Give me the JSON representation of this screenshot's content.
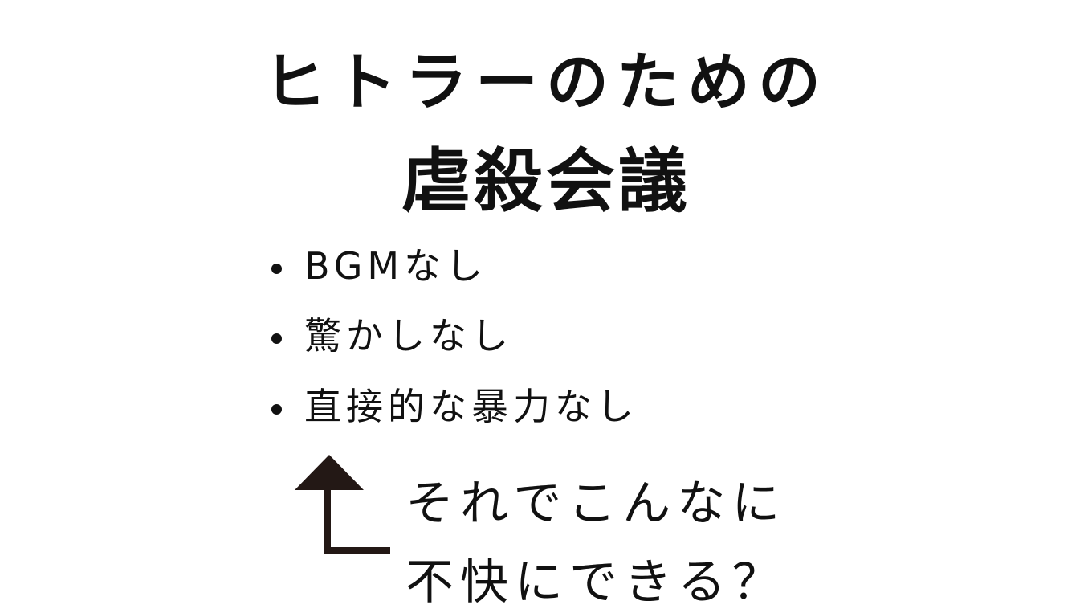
{
  "title": {
    "line1": "ヒトラーのための",
    "line2": "虐殺会議"
  },
  "bullets": [
    "BGMなし",
    "驚かしなし",
    "直接的な暴力なし"
  ],
  "question": {
    "line1": "それでこんなに",
    "line2": "不快にできる？"
  },
  "colors": {
    "text": "#111111",
    "arrow": "#231815"
  }
}
